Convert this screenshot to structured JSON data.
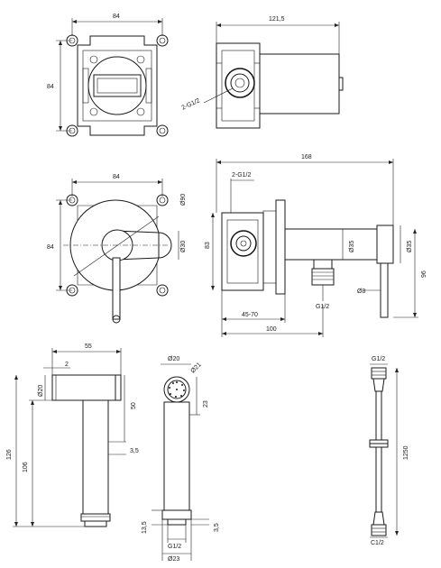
{
  "views": {
    "top_left": {
      "dim_width": "84",
      "dim_height": "84"
    },
    "top_right": {
      "dim_length": "121,5",
      "thread": "2-G1/2"
    },
    "mid_left": {
      "dim_width": "84",
      "dim_height": "84",
      "dia_plate": "Ø90",
      "dia_lever": "Ø30"
    },
    "mid_right": {
      "dim_total": "168",
      "thread_top": "2-G1/2",
      "dim_83": "83",
      "dim_35a": "Ø35",
      "dim_35b": "Ø35",
      "dim_96": "96",
      "dim_45_70": "45-70",
      "dim_100": "100",
      "dim_8": "Ø8",
      "thread_bottom": "G1/2"
    },
    "bottom_left": {
      "dim_55": "55",
      "dim_2": "2",
      "dia_20": "Ø20",
      "dim_50": "50",
      "dim_3_5": "3,5",
      "dim_126": "126",
      "dim_106": "106"
    },
    "bottom_mid": {
      "dia_20": "Ø20",
      "dia_21": "Ø21",
      "dim_23": "23",
      "dim_13_5": "13,5",
      "dim_3_5": "3,5",
      "thread": "G1/2",
      "dia_23": "Ø23"
    },
    "hose": {
      "thread_top": "G1/2",
      "length": "1250",
      "thread_bottom": "C1/2"
    }
  }
}
